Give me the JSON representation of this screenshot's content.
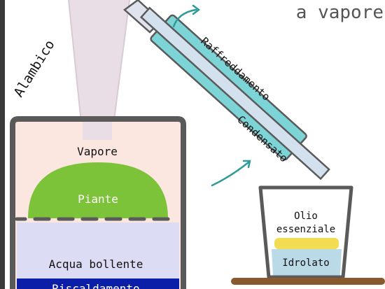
{
  "title_fragment": "a vapore",
  "labels": {
    "alambicco": "Alambico",
    "raffreddamento": "Raffreddamento",
    "condensato": "Condensato",
    "vapore": "Vapore",
    "piante": "Piante",
    "acqua": "Acqua bollente",
    "olio_line1": "Olio",
    "olio_line2": "essenziale",
    "idrolato": "Idrolato",
    "riscaldamento": "Riscaldamento"
  },
  "colors": {
    "background": "#ffffff",
    "vessel_outline": "#5a5a5a",
    "vessel_fill": "#fbe6e0",
    "steam_column": "#e9dde6",
    "plants": "#7cc33a",
    "water": "#dcdcf4",
    "condenser_outer": "#7dd4d6",
    "condenser_inner": "#d3e1ef",
    "arrow": "#2f9a98",
    "oil": "#f2dd52",
    "hydrolate": "#b9dae6",
    "heater": "#0b1ea8",
    "shelf": "#8a5a2e"
  }
}
